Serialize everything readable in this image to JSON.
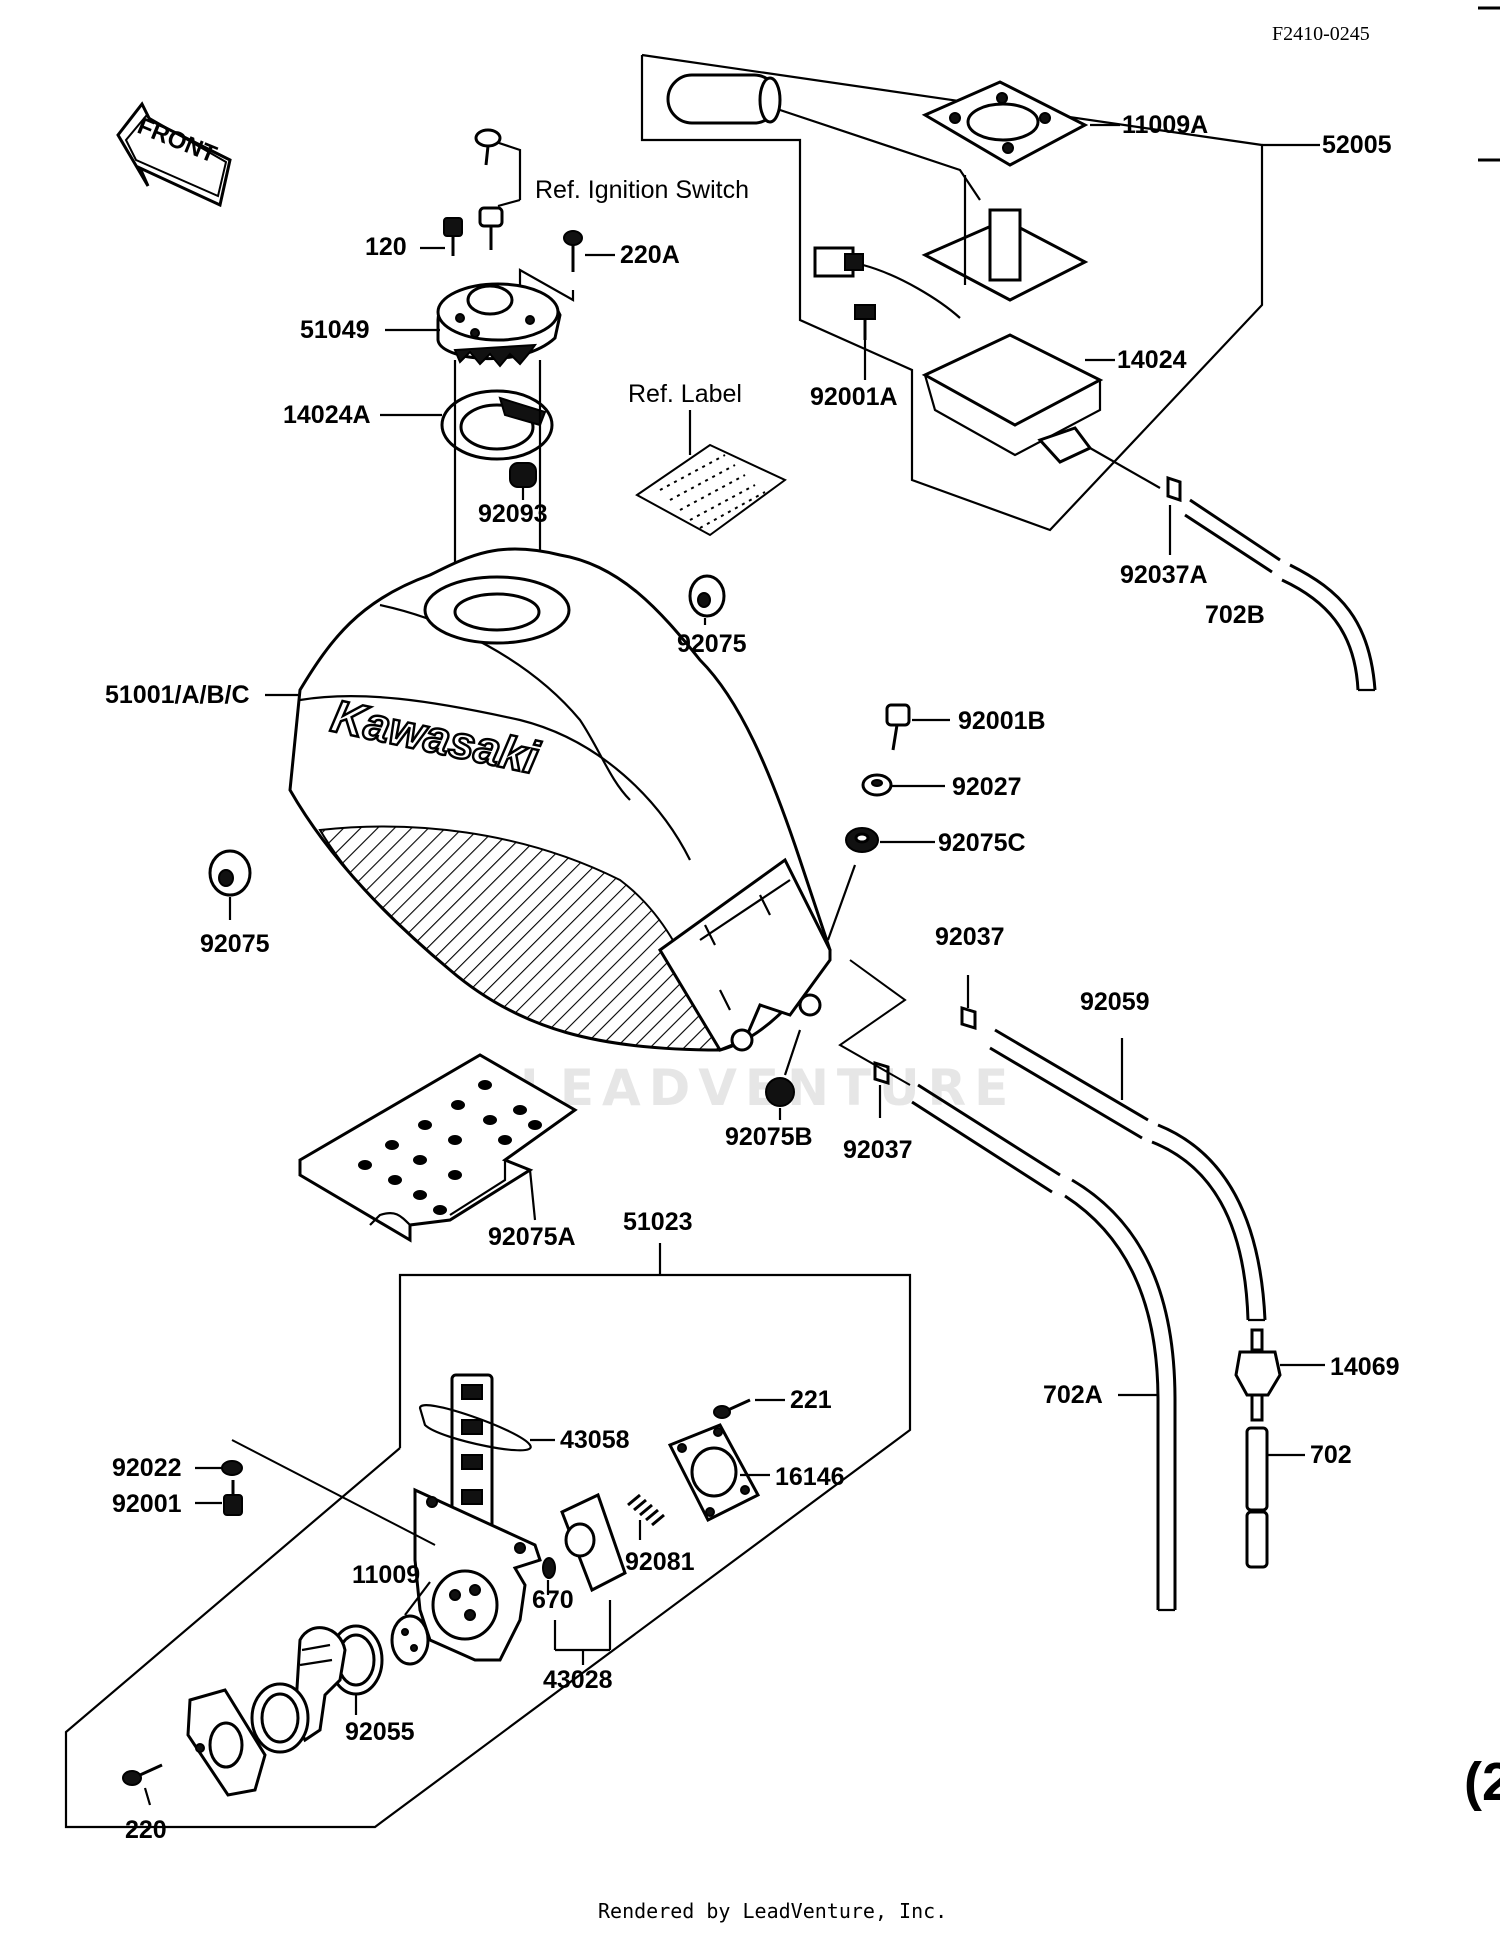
{
  "drawing_code": "F2410-0245",
  "footer": "Rendered by LeadVenture, Inc.",
  "watermark": "LEADVENTURE",
  "front_arrow": "FRONT",
  "tank_logo": "Kawasaki",
  "references": {
    "ignition_switch": "Ref. Ignition Switch",
    "label": "Ref. Label"
  },
  "parts": {
    "p11009A": "11009A",
    "p52005": "52005",
    "p14024": "14024",
    "p92001A": "92001A",
    "p120": "120",
    "p220A": "220A",
    "p51049": "51049",
    "p14024A": "14024A",
    "p92093": "92093",
    "p92037A": "92037A",
    "p702B": "702B",
    "p92075_top": "92075",
    "p51001": "51001/A/B/C",
    "p92001B": "92001B",
    "p92027": "92027",
    "p92075C": "92075C",
    "p92075_left": "92075",
    "p92037_top": "92037",
    "p92059": "92059",
    "p92075B": "92075B",
    "p92037_bottom": "92037",
    "p92075A": "92075A",
    "p51023": "51023",
    "p14069": "14069",
    "p702A": "702A",
    "p702": "702",
    "p221": "221",
    "p43058": "43058",
    "p16146": "16146",
    "p92022": "92022",
    "p92001": "92001",
    "p92081": "92081",
    "p11009": "11009",
    "p670": "670",
    "p43028": "43028",
    "p92055": "92055",
    "p220": "220"
  },
  "page_marker": "(2"
}
